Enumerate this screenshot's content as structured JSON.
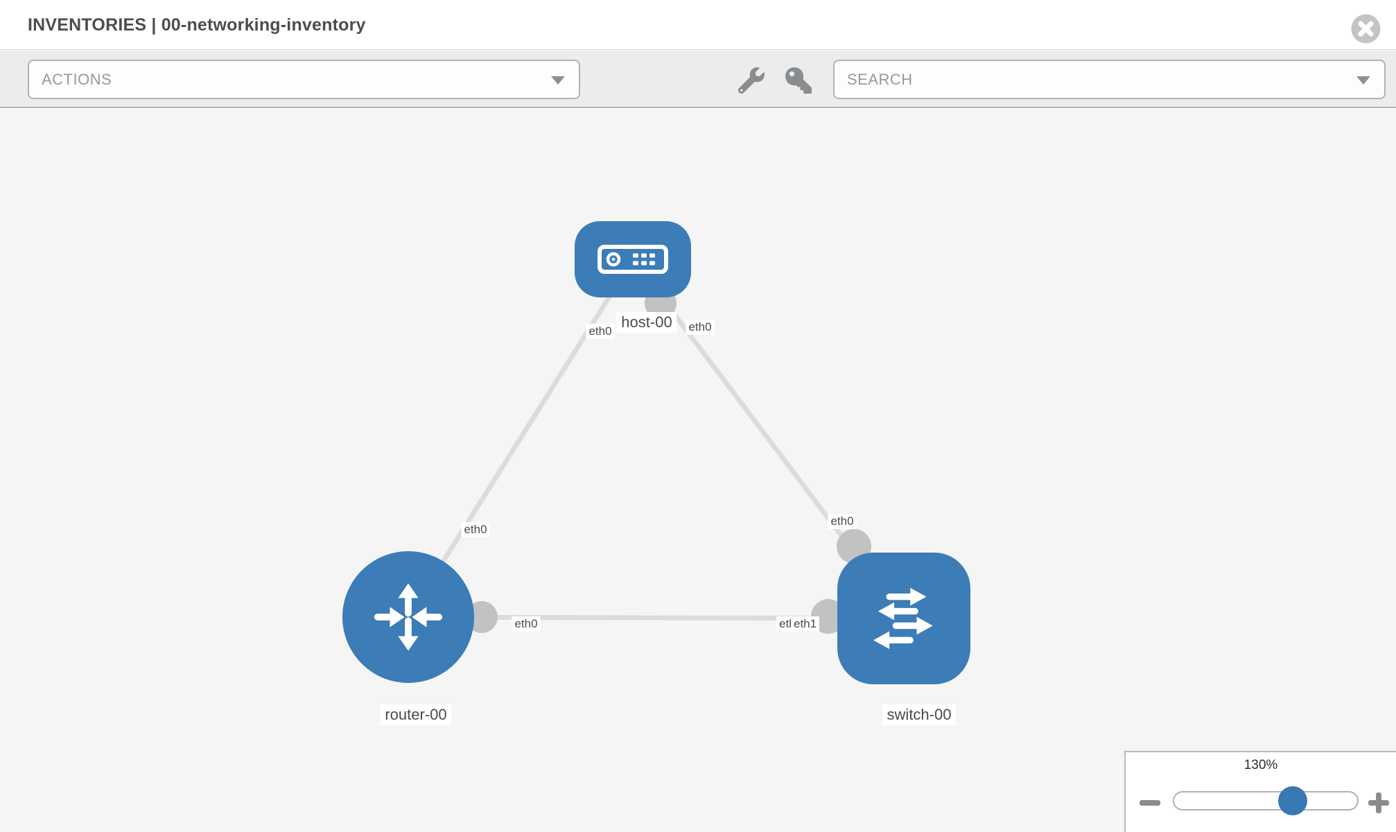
{
  "window": {
    "title": "INVENTORIES | 00-networking-inventory"
  },
  "toolbar": {
    "actions_label": "ACTIONS",
    "search_label": "SEARCH",
    "icons": [
      "wrench-icon",
      "key-icon"
    ]
  },
  "diagram": {
    "nodes": {
      "host": {
        "label": "host-00",
        "type": "host",
        "icon": "server-icon",
        "color": "#3c7cb7"
      },
      "router": {
        "label": "router-00",
        "type": "router",
        "icon": "router-arrows-icon",
        "color": "#3c7cb7"
      },
      "switch": {
        "label": "switch-00",
        "type": "switch",
        "icon": "switch-arrows-icon",
        "color": "#3c7cb7"
      }
    },
    "interfaces": {
      "host_router_link_host_side": "eth0",
      "host_router_link_router_side": "eth0",
      "host_switch_link_host_side": "eth0",
      "host_switch_link_switch_side": "eth0",
      "router_switch_link_router_side": "eth0",
      "router_switch_link_switch_side": "eth1",
      "router_switch_link_switch_side_duplicate": "eth1"
    },
    "links": [
      {
        "source": "host-00",
        "source_interface": "eth0",
        "target": "router-00",
        "target_interface": "eth0"
      },
      {
        "source": "host-00",
        "source_interface": "eth0",
        "target": "switch-00",
        "target_interface": "eth0"
      },
      {
        "source": "router-00",
        "source_interface": "eth0",
        "target": "switch-00",
        "target_interface": "eth1"
      }
    ],
    "link_color": "#dcdcdc",
    "background_color": "#f5f5f5"
  },
  "zoom_control": {
    "level": "130%",
    "slider_percent": 65,
    "icons": [
      "minus-icon",
      "plus-icon"
    ]
  }
}
